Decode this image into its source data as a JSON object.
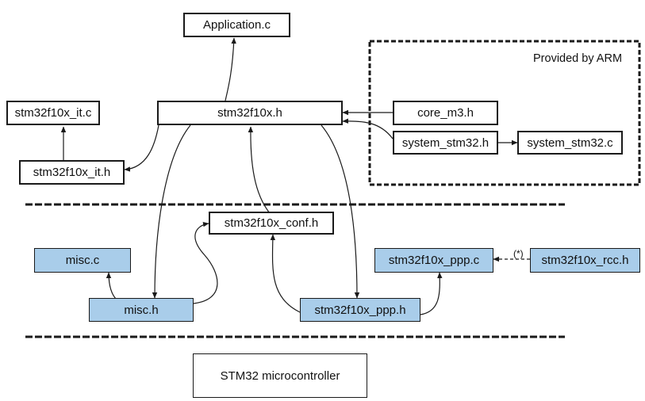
{
  "files": {
    "application_c": "Application.c",
    "stm32f10x_h": "stm32f10x.h",
    "stm32f10x_it_c": "stm32f10x_it.c",
    "stm32f10x_it_h": "stm32f10x_it.h",
    "core_m3_h": "core_m3.h",
    "system_stm32_h": "system_stm32.h",
    "system_stm32_c": "system_stm32.c",
    "stm32f10x_conf_h": "stm32f10x_conf.h",
    "misc_c": "misc.c",
    "misc_h": "misc.h",
    "stm32f10x_ppp_c": "stm32f10x_ppp.c",
    "stm32f10x_ppp_h": "stm32f10x_ppp.h",
    "stm32f10x_rcc_h": "stm32f10x_rcc.h"
  },
  "arm_group_label": "Provided by ARM",
  "dependency_note": "(*)",
  "hardware_label": "STM32 microcontroller",
  "colors": {
    "line": "#1a1a1a",
    "peripheral_box": "#a9cdea",
    "standard_box": "#ffffff"
  }
}
